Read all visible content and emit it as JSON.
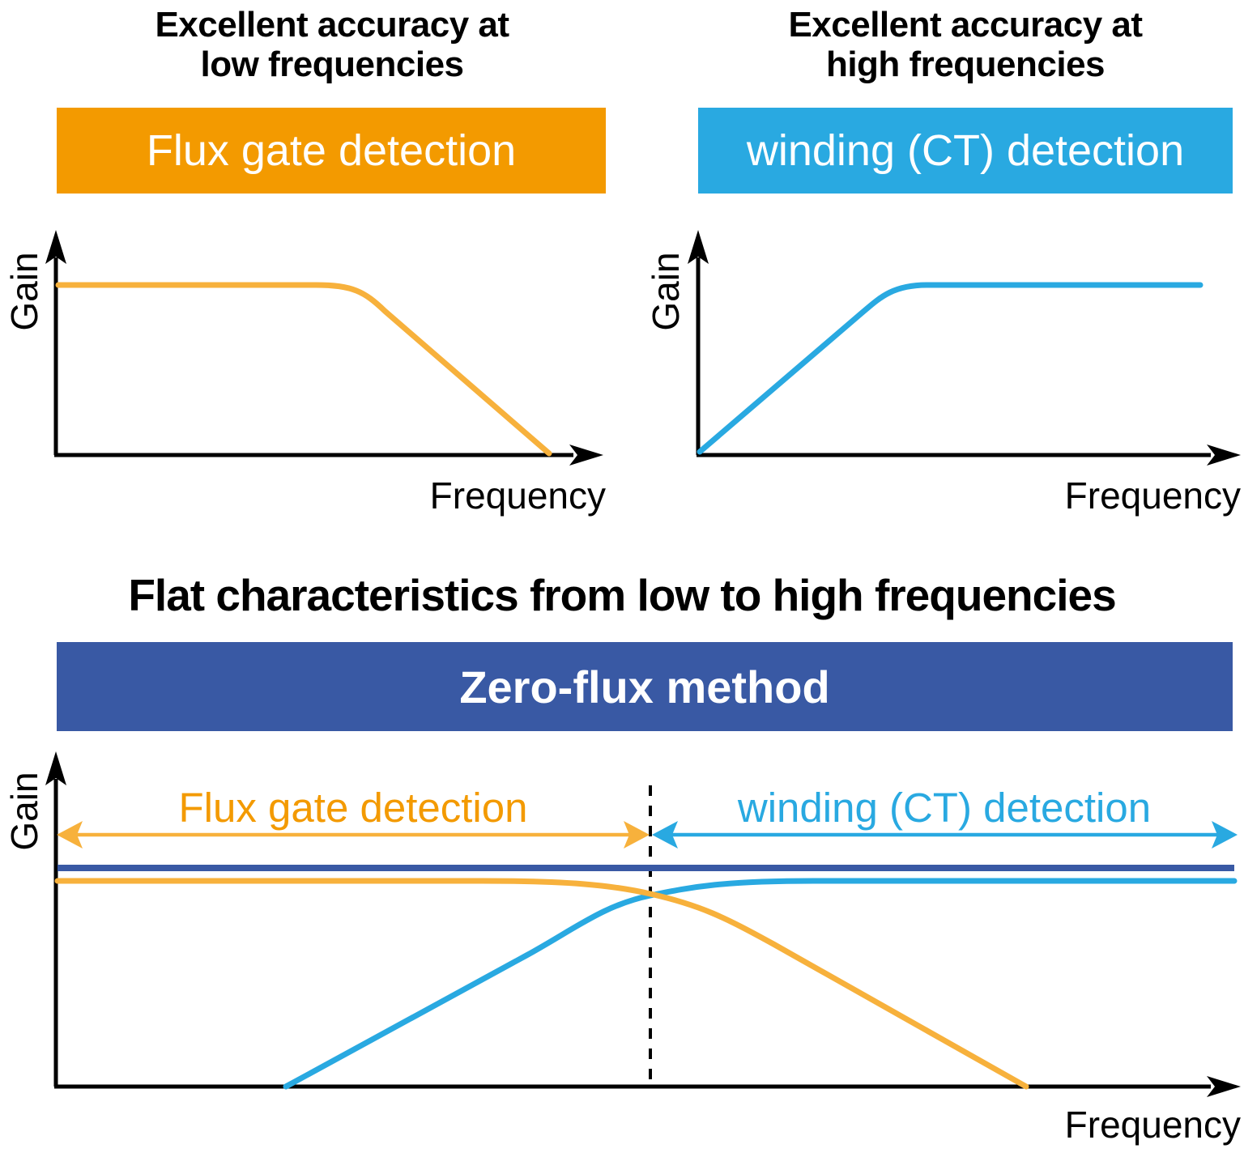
{
  "panels": {
    "flux": {
      "heading": "Excellent accuracy at\nlow frequencies",
      "banner": "Flux gate detection",
      "gain_label": "Gain",
      "freq_label": "Frequency"
    },
    "winding": {
      "heading": "Excellent accuracy at\nhigh frequencies",
      "banner": "winding (CT) detection",
      "gain_label": "Gain",
      "freq_label": "Frequency"
    },
    "zeroflux": {
      "heading": "Flat characteristics from low to high frequencies",
      "banner": "Zero-flux method",
      "gain_label": "Gain",
      "freq_label": "Frequency",
      "flux_region_label": "Flux gate detection",
      "winding_region_label": "winding (CT) detection"
    }
  },
  "colors": {
    "orange": "#F39A00",
    "orange_curve": "#F7B13C",
    "blue": "#29A9E1",
    "dark_blue": "#3959A4",
    "ink": "#000000"
  },
  "chart_data": [
    {
      "type": "line",
      "title": "Flux gate detection",
      "xlabel": "Frequency",
      "ylabel": "Gain",
      "axes_numeric": false,
      "series": [
        {
          "name": "Flux gate detection",
          "color": "#F7B13C",
          "points_normalized": [
            [
              0.0,
              0.75
            ],
            [
              0.48,
              0.75
            ],
            [
              0.58,
              0.65
            ],
            [
              0.9,
              0.0
            ]
          ],
          "shape": "flat at high gain for low frequencies, then rolls off to zero at high frequency"
        }
      ]
    },
    {
      "type": "line",
      "title": "winding (CT) detection",
      "xlabel": "Frequency",
      "ylabel": "Gain",
      "axes_numeric": false,
      "series": [
        {
          "name": "winding (CT) detection",
          "color": "#29A9E1",
          "points_normalized": [
            [
              0.0,
              0.0
            ],
            [
              0.3,
              0.62
            ],
            [
              0.42,
              0.75
            ],
            [
              0.92,
              0.75
            ]
          ],
          "shape": "rises from zero at low frequency, then flat at high gain for high frequencies"
        }
      ]
    },
    {
      "type": "line",
      "title": "Zero-flux method",
      "xlabel": "Frequency",
      "ylabel": "Gain",
      "axes_numeric": false,
      "crossover_x_normalized": 0.5,
      "annotations": [
        {
          "text": "Flux gate detection",
          "color": "#F39A00",
          "span_x_normalized": [
            0.0,
            0.5
          ]
        },
        {
          "text": "winding (CT) detection",
          "color": "#29A9E1",
          "span_x_normalized": [
            0.5,
            1.0
          ]
        },
        {
          "text": "dashed vertical line at crossover",
          "color": "#000000"
        }
      ],
      "series": [
        {
          "name": "Zero-flux method (combined)",
          "color": "#3959A4",
          "points_normalized": [
            [
              0.0,
              0.66
            ],
            [
              1.0,
              0.66
            ]
          ],
          "shape": "perfectly flat from low to high frequencies"
        },
        {
          "name": "Flux gate detection",
          "color": "#F7B13C",
          "points_normalized": [
            [
              0.0,
              0.62
            ],
            [
              0.37,
              0.62
            ],
            [
              0.5,
              0.58
            ],
            [
              0.82,
              0.0
            ]
          ],
          "shape": "flat then rolls off after the crossover"
        },
        {
          "name": "winding (CT) detection",
          "color": "#29A9E1",
          "points_normalized": [
            [
              0.2,
              0.0
            ],
            [
              0.5,
              0.58
            ],
            [
              0.62,
              0.62
            ],
            [
              1.0,
              0.62
            ]
          ],
          "shape": "rises to the crossover then flat"
        }
      ]
    }
  ]
}
